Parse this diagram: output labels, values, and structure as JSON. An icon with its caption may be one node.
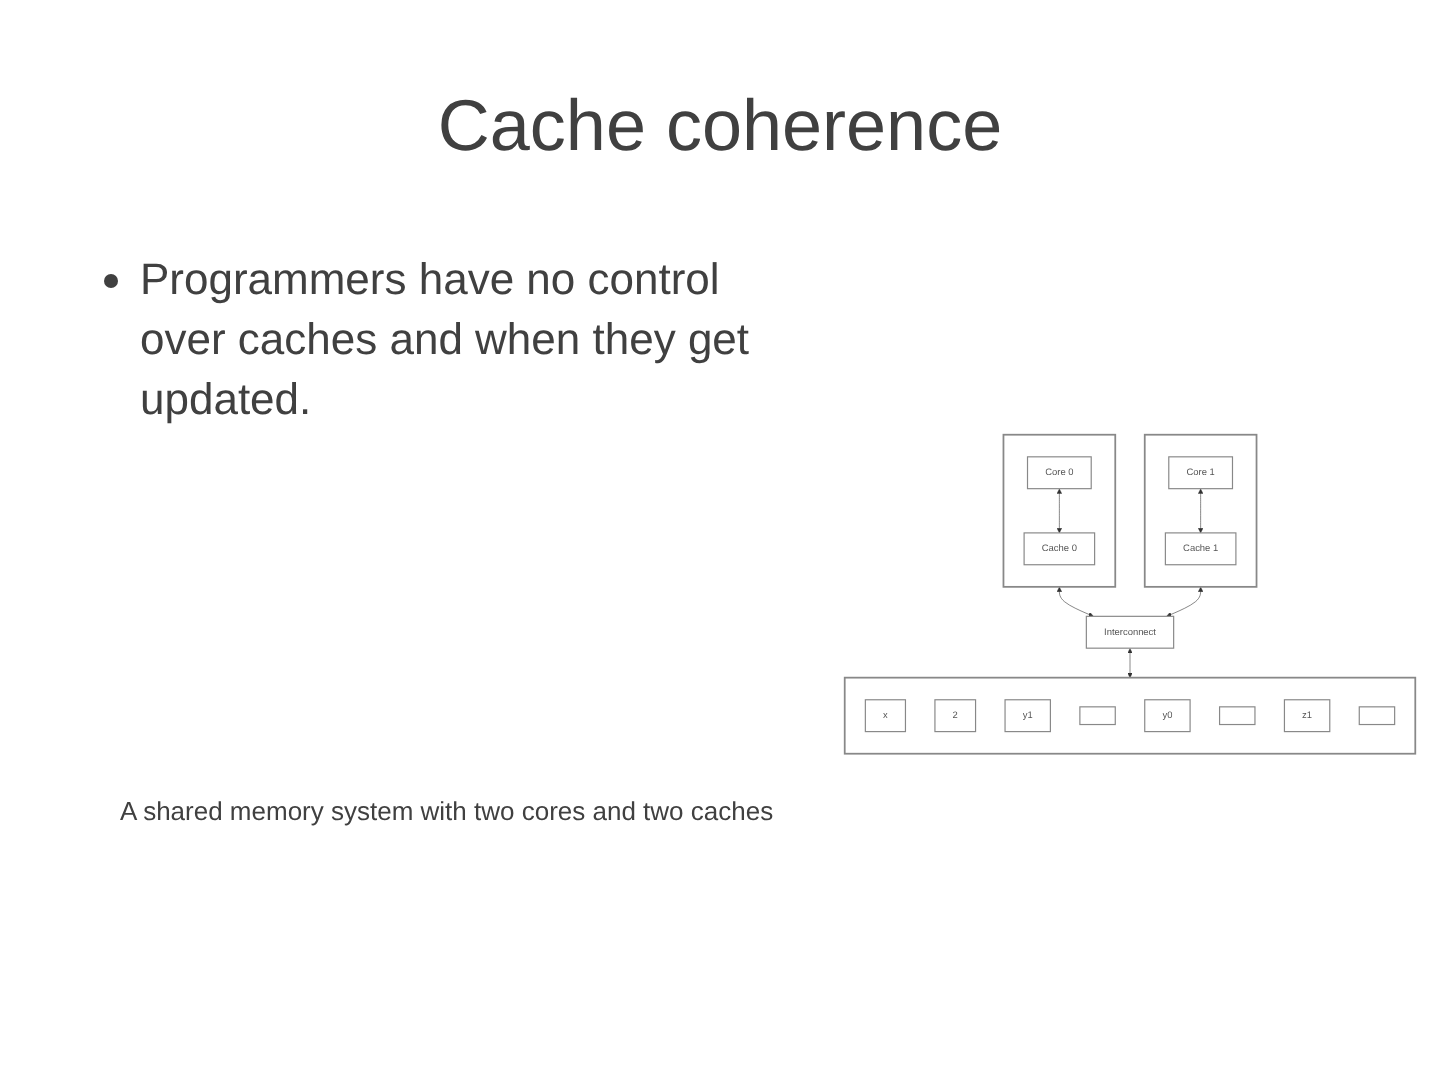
{
  "diagram": {
    "title": "Cache coherence",
    "caption": "A shared memory system with two cores and two caches",
    "nodes": [
      {
        "text": [],
        "shape": "box"
      },
      {
        "text": [
          "Core 0"
        ],
        "in": 0
      },
      {
        "text": [
          "Cache 0"
        ],
        "in": 0
      },
      {
        "text": [],
        "shape": "box"
      },
      {
        "text": [
          "Core 1"
        ],
        "in": 3
      },
      {
        "text": [
          "Cache 1"
        ],
        "in": 3
      },
      {
        "text": [
          "Interconnect"
        ]
      },
      {
        "text": [],
        "shape": "box"
      },
      {
        "text": [
          "x"
        ],
        "in": 7
      },
      {
        "text": [
          "2"
        ],
        "in": 7
      },
      {
        "text": [
          "y1"
        ],
        "in": 7
      },
      {
        "text": [],
        "shape": "box",
        "in": 7
      },
      {
        "text": [
          "y0"
        ],
        "in": 7
      },
      {
        "text": [],
        "shape": "box",
        "in": 7
      },
      {
        "text": [
          "z1"
        ],
        "in": 7
      },
      {
        "text": [],
        "shape": "box",
        "in": 7
      }
    ],
    "edges": [
      {
        "from": 1,
        "to": 2,
        "arrow": "both"
      },
      {
        "from": 4,
        "to": 5,
        "arrow": "both"
      },
      {
        "from": 0,
        "to": 6,
        "arrow": "both"
      },
      {
        "from": 3,
        "to": 6,
        "arrow": "both"
      },
      {
        "from": 6,
        "to": 7,
        "arrow": "both"
      }
    ],
    "labels": [
      "Programmers have no control over caches and when they get updated."
    ]
  }
}
